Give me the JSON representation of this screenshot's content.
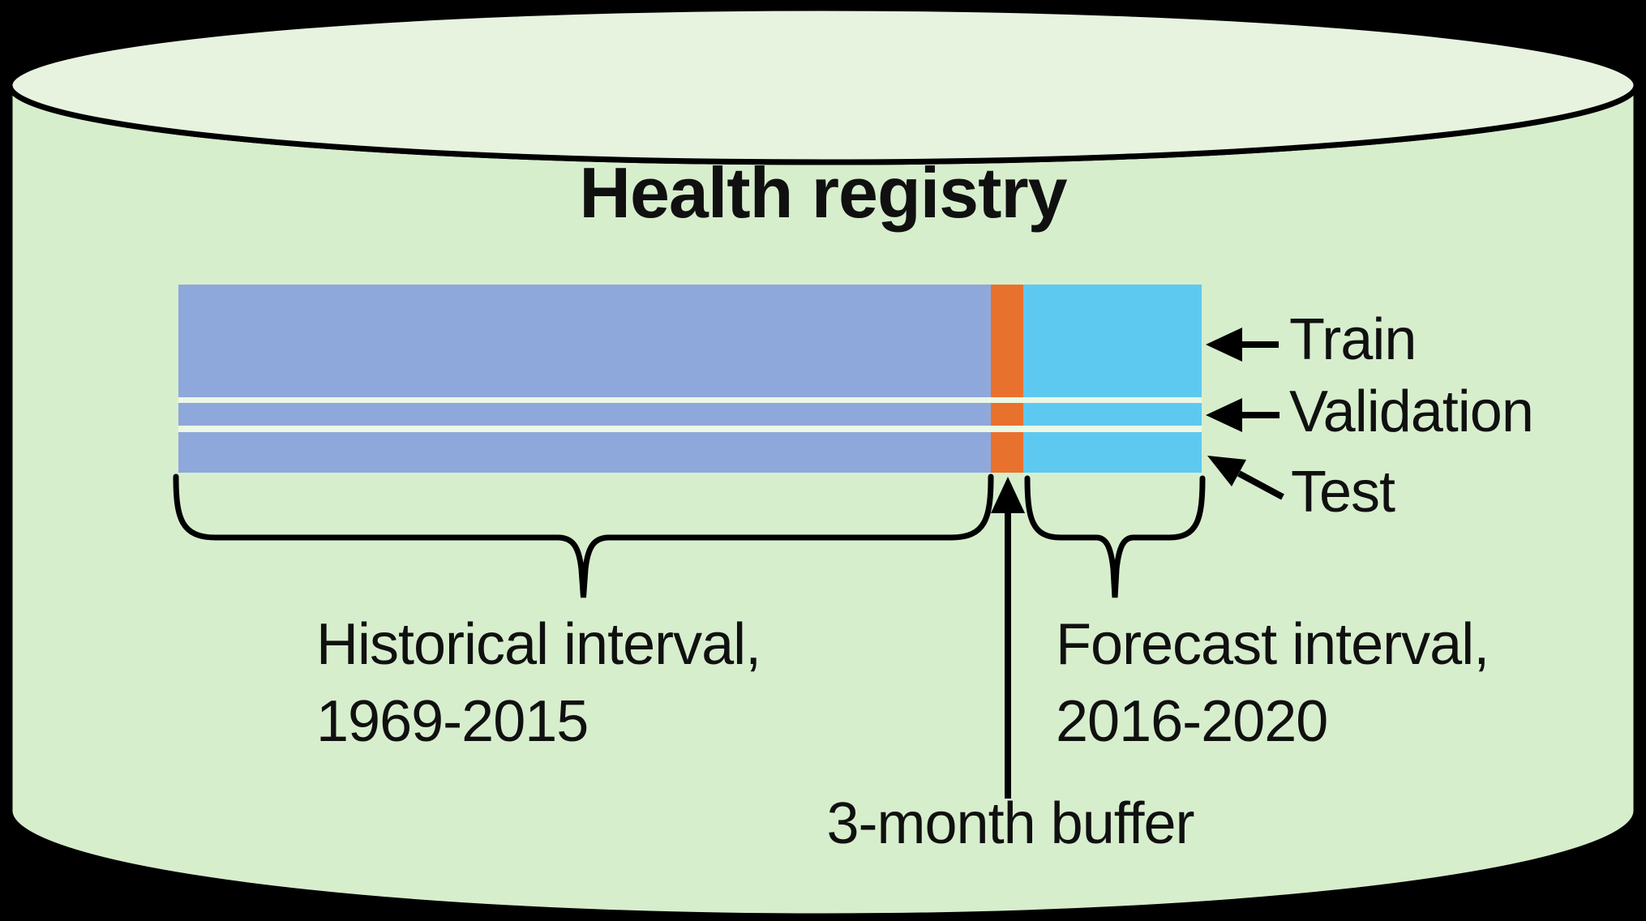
{
  "diagram": {
    "title": "Health registry",
    "bar_labels": {
      "train": "Train",
      "validation": "Validation",
      "test": "Test"
    },
    "intervals": {
      "historical": {
        "line1": "Historical interval,",
        "line2": "1969-2015"
      },
      "forecast": {
        "line1": "Forecast interval,",
        "line2": "2016-2020"
      },
      "buffer": "3-month buffer"
    },
    "colors": {
      "historical_segment": "#8FA8DB",
      "buffer_segment": "#E8722D",
      "forecast_segment": "#5EC9F0",
      "cylinder_body": "#D7EECD",
      "cylinder_top": "#E7F3DF",
      "gap_stripe": "#EDF7E5",
      "outline": "#000000"
    }
  }
}
